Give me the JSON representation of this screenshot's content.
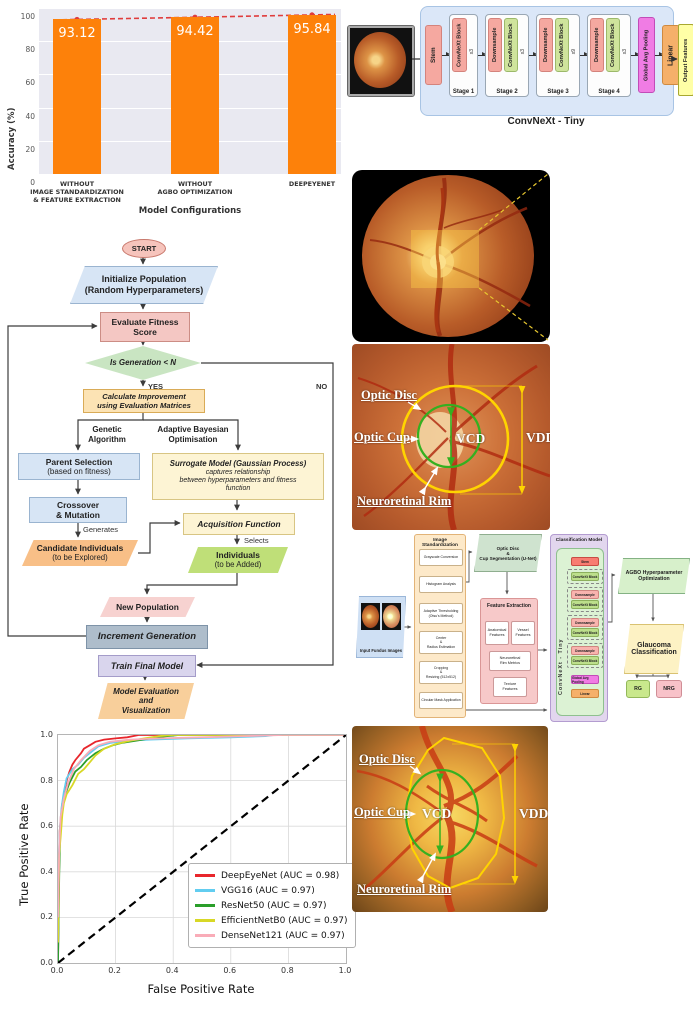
{
  "accuracy_chart": {
    "ylabel": "Accuracy (%)",
    "xlabel": "Model Configurations",
    "yticks": [
      100,
      80,
      60,
      40,
      20,
      0
    ],
    "bars": [
      {
        "label": "WITHOUT\nIMAGE STANDARDIZATION\n& FEATURE EXTRACTION",
        "value": "93.12"
      },
      {
        "label": "WITHOUT\nAGBO OPTIMIZATION",
        "value": "94.42"
      },
      {
        "label": "DEEPEYENET",
        "value": "95.84"
      }
    ],
    "bar_color": "#fd810a",
    "trend_color": "#e03c3c"
  },
  "convnext": {
    "caption": "ConvNeXt - Tiny",
    "stem": "Stem",
    "stages": [
      {
        "name": "Stage 1",
        "block": "ConvNeXt Block",
        "mult": "x3"
      },
      {
        "name": "Stage 2",
        "downsample": "Downsample",
        "block": "ConvNeXt Block",
        "mult": "x3"
      },
      {
        "name": "Stage 3",
        "downsample": "Downsample",
        "block": "ConvNeXt Block",
        "mult": "x9"
      },
      {
        "name": "Stage 4",
        "downsample": "Downsample",
        "block": "ConvNeXt Block",
        "mult": "x3"
      }
    ],
    "gap": "Global Avg Pooling",
    "linear": "Linear",
    "output": "Output Features"
  },
  "flowchart": {
    "start": "START",
    "init": "Initialize Population\n(Random Hyperparameters)",
    "evaluate": "Evaluate Fitness\nScore",
    "decision": "Is Generation < N",
    "yes": "YES",
    "no": "NO",
    "calc": "Calculate Improvement\nusing Evaluation Matrices",
    "ga_label": "Genetic\nAlgorithm",
    "abo_label": "Adaptive Bayesian\nOptimisation",
    "parent": "Parent Selection",
    "parent_sub": "(based on fitness)",
    "crossover": "Crossover\n& Mutation",
    "generates": "Generates",
    "candidate": "Candidate Individuals",
    "candidate_sub": "(to be Explored)",
    "surrogate_title": "Surrogate Model (Gaussian Process)",
    "surrogate_sub": "captures relationship\nbetween hyperparameters and fitness\nfunction",
    "acquisition": "Acquisition Function",
    "selects": "Selects",
    "individuals": "Individuals",
    "individuals_sub": "(to be Added)",
    "new_population": "New Population",
    "increment": "Increment Generation",
    "train": "Train Final Model",
    "model_eval": "Model Evaluation\nand\nVisualization"
  },
  "fundus_annotations": {
    "optic_disc": "Optic Disc",
    "optic_cup": "Optic Cup",
    "vcd": "VCD",
    "vdd": "VDD",
    "rim": "Neuroretinal Rim"
  },
  "pipeline": {
    "input_label": "Input Fundus Images",
    "std_title": "Image Standardization",
    "std_steps": [
      "Grayscale Conversion",
      "Histogram Analysis",
      "Adaptive Thresholding\n(Otsu's Method)",
      "Center\n&\nRadius Estimation",
      "Cropping\n&\nResizing (512x512)",
      "Circular Mask Application"
    ],
    "seg_label": "Optic Disc\n&\nCup Segmentation (U-Net)",
    "feat_title": "Feature Extraction",
    "feat_items": [
      "Anatomical\nFeatures",
      "Vessel\nFeatures",
      "Neuroretinal\nRim Metrics",
      "Texture\nFeatures"
    ],
    "clf_title": "Classification Model",
    "clf_backbone": "ConvNeXt - Tiny",
    "clf_blocks": [
      "Stem",
      "ConvNeXt Block",
      "Downsample",
      "ConvNeXt Block",
      "Downsample",
      "ConvNeXt Block",
      "Downsample",
      "ConvNeXt Block",
      "Global Avg Pooling",
      "Linear"
    ],
    "agbo": "AGBO Hyperparameter\nOptimization",
    "glaucoma": "Glaucoma\nClassification",
    "rg": "RG",
    "nrg": "NRG"
  },
  "roc": {
    "xlabel": "False Positive Rate",
    "ylabel": "True Positive Rate",
    "xticks": [
      "0.0",
      "0.2",
      "0.4",
      "0.6",
      "0.8",
      "1.0"
    ],
    "yticks": [
      "1.0",
      "0.8",
      "0.6",
      "0.4",
      "0.2",
      "0.0"
    ]
  },
  "chart_data": [
    {
      "type": "bar",
      "title": "",
      "xlabel": "Model Configurations",
      "ylabel": "Accuracy (%)",
      "ylim": [
        0,
        100
      ],
      "categories": [
        "WITHOUT IMAGE STANDARDIZATION & FEATURE EXTRACTION",
        "WITHOUT AGBO OPTIMIZATION",
        "DEEPEYENET"
      ],
      "values": [
        93.12,
        94.42,
        95.84
      ],
      "bar_color": "#fd810a",
      "trendline": {
        "style": "dashed",
        "color": "#e03c3c",
        "values": [
          93.12,
          94.42,
          95.84
        ]
      }
    },
    {
      "type": "line",
      "title": "",
      "xlabel": "False Positive Rate",
      "ylabel": "True Positive Rate",
      "xlim": [
        0,
        1
      ],
      "ylim": [
        0,
        1
      ],
      "grid": true,
      "legend_position": "lower right",
      "series": [
        {
          "name": "DeepEyeNet (AUC = 0.98)",
          "color": "#e8262c",
          "legend": true,
          "points": [
            [
              0,
              0
            ],
            [
              0.003,
              0.35
            ],
            [
              0.006,
              0.58
            ],
            [
              0.01,
              0.63
            ],
            [
              0.015,
              0.7
            ],
            [
              0.02,
              0.73
            ],
            [
              0.03,
              0.8
            ],
            [
              0.04,
              0.84
            ],
            [
              0.05,
              0.87
            ],
            [
              0.06,
              0.89
            ],
            [
              0.08,
              0.92
            ],
            [
              0.09,
              0.94
            ],
            [
              0.11,
              0.955
            ],
            [
              0.13,
              0.97
            ],
            [
              0.16,
              0.98
            ],
            [
              0.2,
              0.985
            ],
            [
              0.24,
              0.99
            ],
            [
              0.28,
              1.0
            ],
            [
              1,
              1
            ]
          ]
        },
        {
          "name": "VGG16 (AUC = 0.97)",
          "color": "#62cdf0",
          "legend": true,
          "points": [
            [
              0,
              0
            ],
            [
              0.003,
              0.48
            ],
            [
              0.007,
              0.6
            ],
            [
              0.012,
              0.68
            ],
            [
              0.02,
              0.75
            ],
            [
              0.03,
              0.81
            ],
            [
              0.05,
              0.85
            ],
            [
              0.07,
              0.87
            ],
            [
              0.09,
              0.9
            ],
            [
              0.11,
              0.92
            ],
            [
              0.14,
              0.95
            ],
            [
              0.18,
              0.965
            ],
            [
              0.24,
              0.975
            ],
            [
              0.32,
              0.98
            ],
            [
              0.45,
              0.985
            ],
            [
              0.6,
              0.99
            ],
            [
              0.72,
              0.995
            ],
            [
              0.75,
              1.0
            ],
            [
              1,
              1
            ]
          ]
        },
        {
          "name": "ResNet50 (AUC = 0.97)",
          "color": "#2a9e2a",
          "legend": true,
          "points": [
            [
              0,
              0
            ],
            [
              0.004,
              0.38
            ],
            [
              0.008,
              0.6
            ],
            [
              0.015,
              0.68
            ],
            [
              0.025,
              0.74
            ],
            [
              0.04,
              0.79
            ],
            [
              0.06,
              0.84
            ],
            [
              0.08,
              0.86
            ],
            [
              0.1,
              0.89
            ],
            [
              0.13,
              0.92
            ],
            [
              0.16,
              0.94
            ],
            [
              0.19,
              0.955
            ],
            [
              0.22,
              0.965
            ],
            [
              0.27,
              0.975
            ],
            [
              0.32,
              0.985
            ],
            [
              0.38,
              0.995
            ],
            [
              0.42,
              1.0
            ],
            [
              1,
              1
            ]
          ]
        },
        {
          "name": "EfficientNetB0 (AUC = 0.97)",
          "color": "#d8d826",
          "legend": true,
          "points": [
            [
              0,
              0.09
            ],
            [
              0.004,
              0.48
            ],
            [
              0.009,
              0.55
            ],
            [
              0.015,
              0.65
            ],
            [
              0.02,
              0.7
            ],
            [
              0.03,
              0.74
            ],
            [
              0.05,
              0.78
            ],
            [
              0.07,
              0.83
            ],
            [
              0.09,
              0.85
            ],
            [
              0.11,
              0.88
            ],
            [
              0.13,
              0.91
            ],
            [
              0.16,
              0.94
            ],
            [
              0.2,
              0.96
            ],
            [
              0.25,
              0.975
            ],
            [
              0.3,
              0.985
            ],
            [
              0.35,
              0.995
            ],
            [
              0.4,
              1.0
            ],
            [
              1,
              1
            ]
          ]
        },
        {
          "name": "DenseNet121 (AUC = 0.97)",
          "color": "#f9acb8",
          "legend": true,
          "points": [
            [
              0,
              0.2
            ],
            [
              0.004,
              0.5
            ],
            [
              0.009,
              0.64
            ],
            [
              0.02,
              0.72
            ],
            [
              0.035,
              0.79
            ],
            [
              0.055,
              0.85
            ],
            [
              0.08,
              0.89
            ],
            [
              0.11,
              0.93
            ],
            [
              0.14,
              0.955
            ],
            [
              0.18,
              0.97
            ],
            [
              0.25,
              0.98
            ],
            [
              0.35,
              0.985
            ],
            [
              0.5,
              0.99
            ],
            [
              0.65,
              0.995
            ],
            [
              0.78,
              1.0
            ],
            [
              1,
              1
            ]
          ]
        },
        {
          "name": "Chance",
          "color": "#000000",
          "dashed": true,
          "legend": false,
          "points": [
            [
              0,
              0
            ],
            [
              1,
              1
            ]
          ]
        }
      ]
    }
  ]
}
